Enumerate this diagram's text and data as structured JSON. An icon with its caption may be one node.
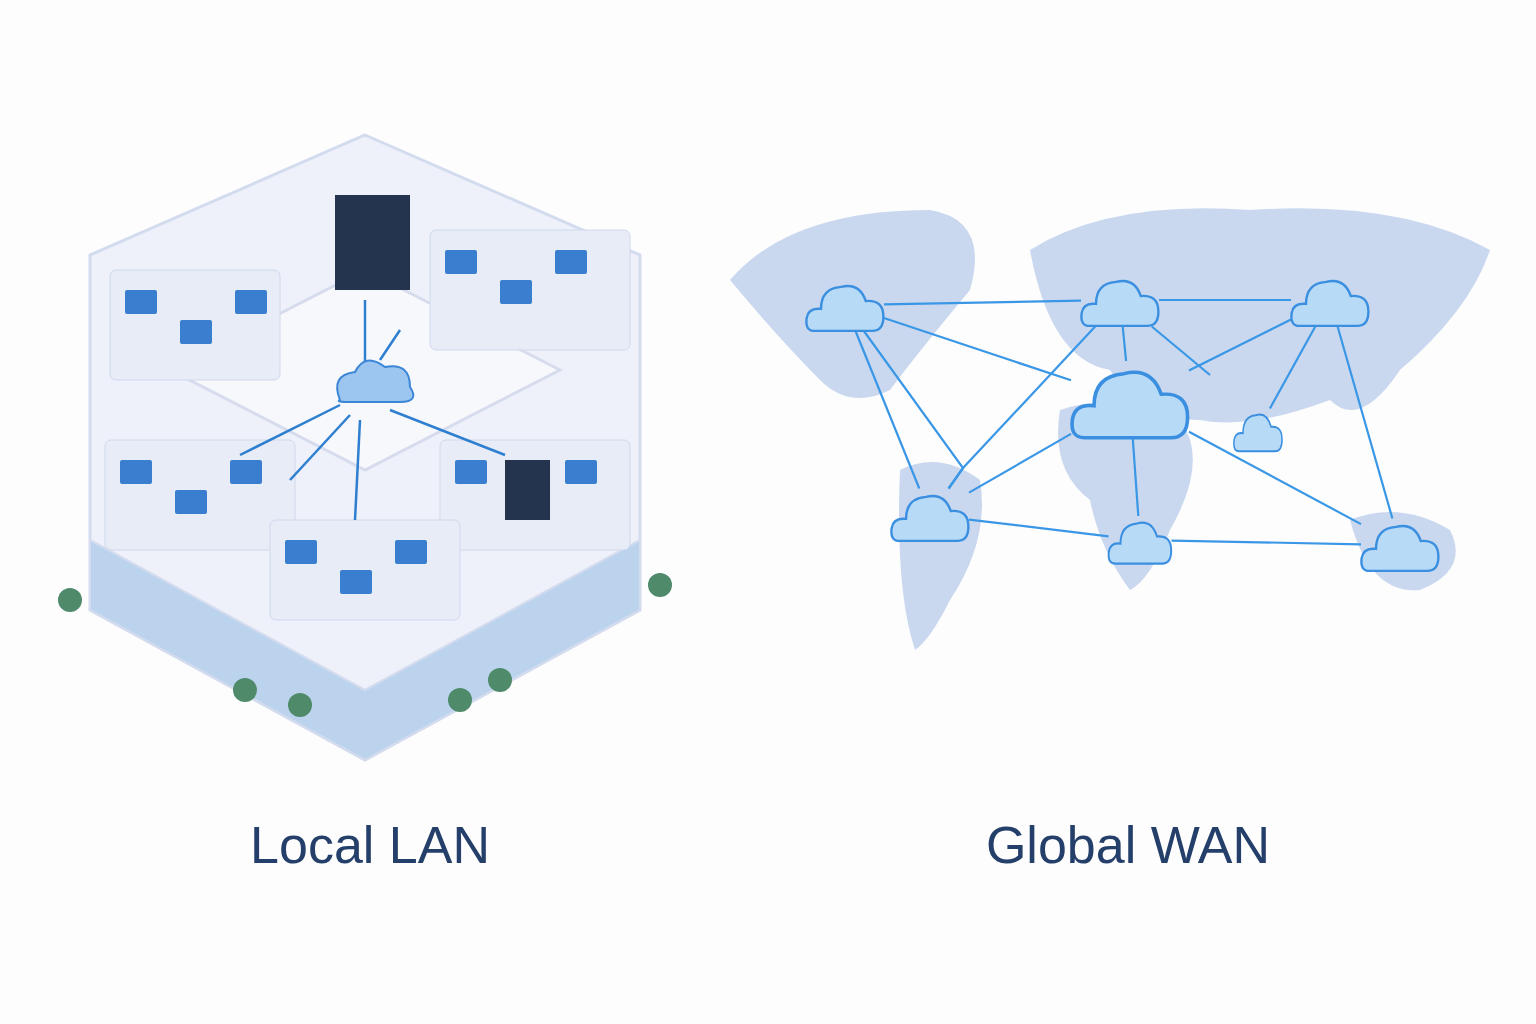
{
  "diagram": {
    "nodes": [
      {
        "text": [],
        "shape": "cloud"
      },
      {
        "text": [],
        "shape": "cloud"
      },
      {
        "text": [],
        "shape": "cloud"
      },
      {
        "text": [],
        "shape": "cloud"
      },
      {
        "text": [],
        "shape": "cloud"
      },
      {
        "text": [],
        "shape": "cloud"
      },
      {
        "text": [],
        "shape": "cloud"
      },
      {
        "text": [],
        "shape": "cloud"
      }
    ],
    "edges": [
      {
        "from": 0,
        "to": 1,
        "arrow": "none"
      },
      {
        "from": 0,
        "to": 3,
        "arrow": "none"
      },
      {
        "from": 0,
        "to": 5,
        "arrow": "none"
      },
      {
        "from": 0,
        "to": 5,
        "arrow": "none"
      },
      {
        "from": 1,
        "to": 2,
        "arrow": "none"
      },
      {
        "from": 1,
        "to": 3,
        "arrow": "none"
      },
      {
        "from": 1,
        "to": null,
        "arrow": "none"
      },
      {
        "from": 1,
        "to": 5,
        "arrow": "none"
      },
      {
        "from": 2,
        "to": 3,
        "arrow": "none"
      },
      {
        "from": 2,
        "to": 4,
        "arrow": "none"
      },
      {
        "from": 2,
        "to": 7,
        "arrow": "none"
      },
      {
        "from": 3,
        "to": 5,
        "arrow": "none"
      },
      {
        "from": 3,
        "to": 6,
        "arrow": "none"
      },
      {
        "from": 3,
        "to": 7,
        "arrow": "none"
      },
      {
        "from": 5,
        "to": 6,
        "arrow": "none"
      },
      {
        "from": 6,
        "to": 7,
        "arrow": "none"
      }
    ],
    "labels": [
      "Local LAN",
      "Global WAN"
    ]
  }
}
